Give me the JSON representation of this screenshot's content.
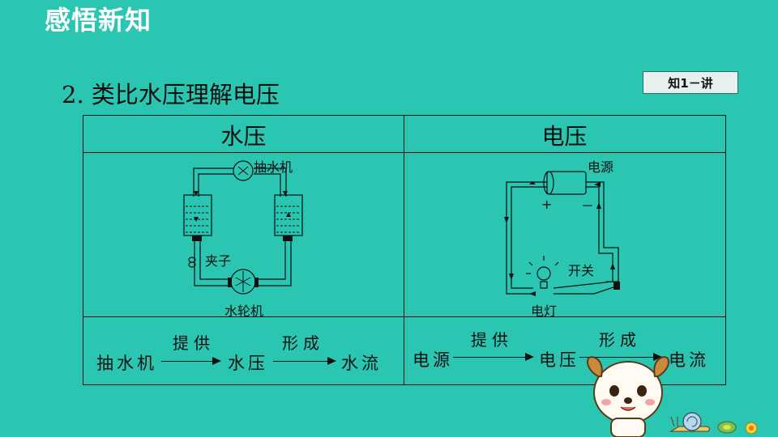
{
  "header": {
    "title": "感悟新知"
  },
  "section": {
    "heading": "2. 类比水压理解电压"
  },
  "badge": {
    "label": "知1－讲"
  },
  "table": {
    "left_header": "水压",
    "right_header": "电压",
    "left_diagram": {
      "pump_label": "抽水机",
      "clamp_label": "夹子",
      "turbine_label": "水轮机"
    },
    "right_diagram": {
      "source_label": "电源",
      "switch_label": "开关",
      "lamp_label": "电灯",
      "plus": "+",
      "minus": "－"
    },
    "left_flow": {
      "start": "抽水机",
      "provide": "提供",
      "middle": "水压",
      "form": "形成",
      "end": "水流"
    },
    "right_flow": {
      "start": "电源",
      "provide": "提供",
      "middle": "电压",
      "form": "形成",
      "end": "电流"
    }
  }
}
